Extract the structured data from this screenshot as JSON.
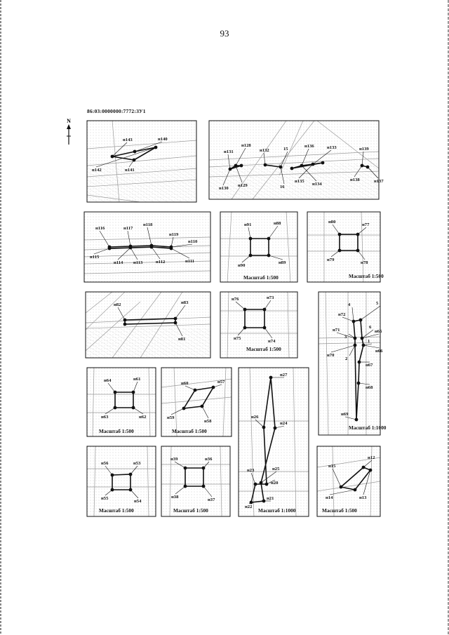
{
  "page_number": "93",
  "cadastral_number": "86:03:0000000:7772:ЗУ1",
  "north_label": "N",
  "frames": [
    {
      "id": "f1",
      "labels": [
        "н143",
        "н140",
        "н142",
        "н141"
      ],
      "scale": ""
    },
    {
      "id": "f2",
      "labels": [
        "н128",
        "н131",
        "н132",
        "15",
        "н136",
        "н133",
        "н139",
        "н130",
        "н129",
        "16",
        "н135",
        "н134",
        "н138",
        "н137"
      ],
      "scale": ""
    },
    {
      "id": "f3",
      "labels": [
        "н116",
        "н117",
        "н118",
        "н119",
        "н110",
        "н115",
        "н114",
        "н113",
        "н112",
        "н111"
      ],
      "scale": ""
    },
    {
      "id": "f4",
      "labels": [
        "н91",
        "н88",
        "н90",
        "н89"
      ],
      "scale": "Масштаб 1:500"
    },
    {
      "id": "f5",
      "labels": [
        "н80",
        "н77",
        "н79",
        "н78"
      ],
      "scale": "Масштаб 1:500"
    },
    {
      "id": "f6",
      "labels": [
        "н82",
        "н83",
        "н81"
      ],
      "scale": ""
    },
    {
      "id": "f7",
      "labels": [
        "н76",
        "н73",
        "н75",
        "н74"
      ],
      "scale": "Масштаб 1:500"
    },
    {
      "id": "f8",
      "labels": [
        "4",
        "5",
        "н72",
        "н71",
        "3",
        "6",
        "н65",
        "1",
        "н70",
        "2",
        "н66",
        "н67",
        "н68",
        "н69"
      ],
      "scale": "Масштаб 1:1000"
    },
    {
      "id": "f9",
      "labels": [
        "н64",
        "н61",
        "н63",
        "н62"
      ],
      "scale": "Масштаб 1:500"
    },
    {
      "id": "f10",
      "labels": [
        "н60",
        "н57",
        "н59",
        "н58"
      ],
      "scale": "Масштаб 1:500"
    },
    {
      "id": "f11",
      "labels": [
        "н27",
        "н26",
        "н24",
        "н23",
        "н25",
        "н20",
        "н22",
        "н21"
      ],
      "scale": "Масштаб 1:1000"
    },
    {
      "id": "f12",
      "labels": [
        "н56",
        "н53",
        "н55",
        "н54"
      ],
      "scale": "Масштаб 1:500"
    },
    {
      "id": "f13",
      "labels": [
        "н39",
        "н36",
        "н38",
        "н37"
      ],
      "scale": "Масштаб 1:500"
    },
    {
      "id": "f14",
      "labels": [
        "н15",
        "н12",
        "н14",
        "н13"
      ],
      "scale": "Масштаб 1:500"
    }
  ]
}
